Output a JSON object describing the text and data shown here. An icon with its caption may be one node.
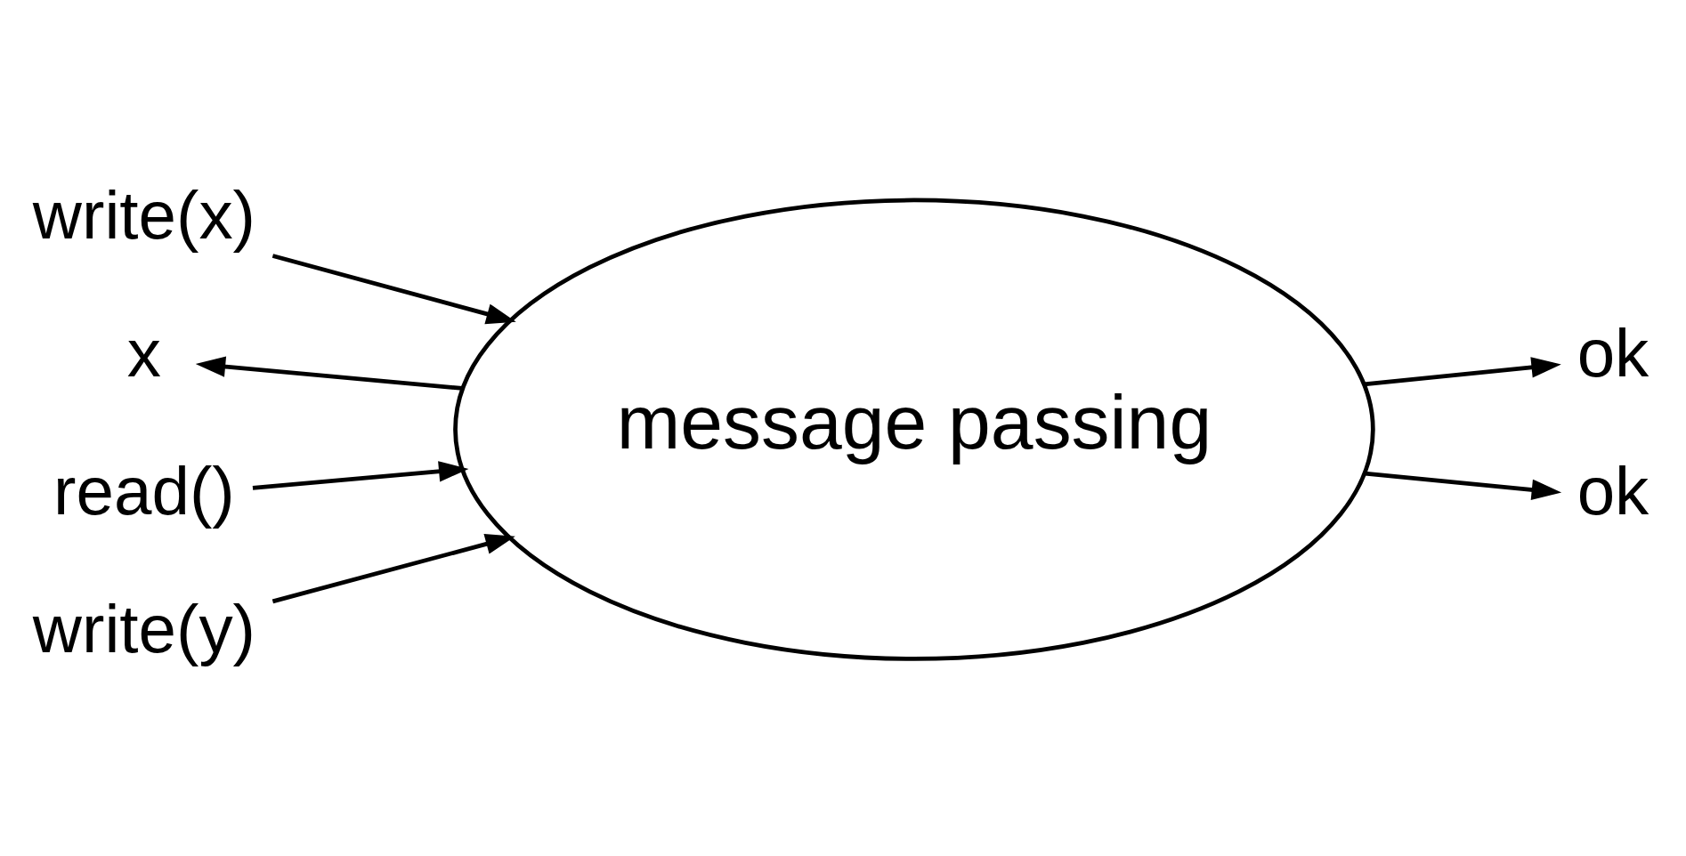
{
  "diagram": {
    "nodes": [
      {
        "text": [
          "ok"
        ]
      },
      {
        "text": [
          "write(x)"
        ]
      },
      {
        "text": [
          "message passing"
        ]
      },
      {
        "text": [
          "x"
        ]
      },
      {
        "text": [
          "read()"
        ]
      },
      {
        "text": [
          "write(y)"
        ]
      },
      {
        "text": [
          "ok"
        ]
      }
    ],
    "edges": [
      {
        "from": 2,
        "to": 0,
        "arrow": "to"
      },
      {
        "from": 1,
        "to": 2,
        "arrow": "to"
      },
      {
        "from": 2,
        "to": 3,
        "arrow": "to"
      },
      {
        "from": 4,
        "to": 2,
        "arrow": "to"
      },
      {
        "from": 5,
        "to": 2,
        "arrow": "to"
      },
      {
        "from": 2,
        "to": 6,
        "arrow": "to"
      }
    ]
  }
}
